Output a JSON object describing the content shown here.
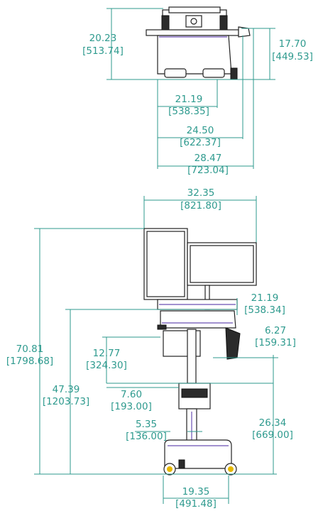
{
  "top_view": {
    "dimensions": [
      {
        "id": "depth_overall",
        "inches": "20.23",
        "mm": "[513.74]"
      },
      {
        "id": "depth_base",
        "inches": "17.70",
        "mm": "[449.53]"
      },
      {
        "id": "width_base",
        "inches": "21.19",
        "mm": "[538.35]"
      },
      {
        "id": "width_worksurface",
        "inches": "24.50",
        "mm": "[622.37]"
      },
      {
        "id": "width_overall",
        "inches": "28.47",
        "mm": "[723.04]"
      }
    ]
  },
  "side_view": {
    "dimensions": [
      {
        "id": "monitor_width",
        "inches": "32.35",
        "mm": "[821.80]"
      },
      {
        "id": "surface_width",
        "inches": "21.19",
        "mm": "[538.34]"
      },
      {
        "id": "overall_height",
        "inches": "70.81",
        "mm": "[1798.68]"
      },
      {
        "id": "scanner_offset",
        "inches": "6.27",
        "mm": "[159.31]"
      },
      {
        "id": "keyboard_tray",
        "inches": "12.77",
        "mm": "[324.30]"
      },
      {
        "id": "surface_height",
        "inches": "47.39",
        "mm": "[1203.73]"
      },
      {
        "id": "drawer_depth",
        "inches": "7.60",
        "mm": "[193.00]"
      },
      {
        "id": "column_height",
        "inches": "26.34",
        "mm": "[669.00]"
      },
      {
        "id": "column_width",
        "inches": "5.35",
        "mm": "[136.00]"
      },
      {
        "id": "base_width",
        "inches": "19.35",
        "mm": "[491.48]"
      }
    ]
  },
  "colors": {
    "dimension": "#2e9a8e",
    "outline": "#222222",
    "trim": "#6b4fb5"
  }
}
